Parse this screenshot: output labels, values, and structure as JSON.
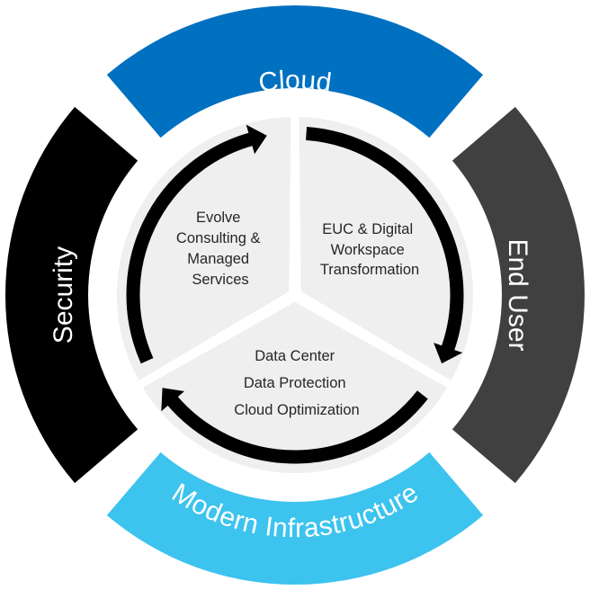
{
  "segments": {
    "cloud": {
      "label": "Cloud",
      "color": "#0070c0"
    },
    "end_user": {
      "label": "End User",
      "color": "#404040"
    },
    "modern_infrastructure": {
      "label": "Modern Infrastructure",
      "color": "#3cc3ee"
    },
    "security": {
      "label": "Security",
      "color": "#000000"
    }
  },
  "inner": {
    "left": [
      "Evolve",
      "Consulting &",
      "Managed",
      "Services"
    ],
    "right": [
      "EUC & Digital",
      "Workspace",
      "Transformation"
    ],
    "bottom": [
      "Data Center",
      "Data Protection",
      "Cloud Optimization"
    ]
  },
  "colors": {
    "inner_fill": "#efefef",
    "arrow": "#000000"
  }
}
